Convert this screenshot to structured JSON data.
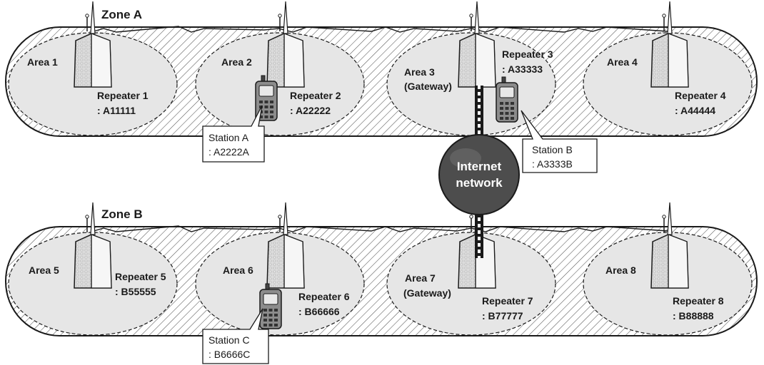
{
  "zones": [
    {
      "label": "Zone A",
      "areas": [
        {
          "label": "Area 1",
          "repeater_name": "Repeater 1",
          "repeater_call": ": A11111"
        },
        {
          "label": "Area 2",
          "repeater_name": "Repeater 2",
          "repeater_call": ": A22222"
        },
        {
          "label": "Area 3",
          "gateway": "(Gateway)",
          "repeater_name": "Repeater 3",
          "repeater_call": ": A33333"
        },
        {
          "label": "Area 4",
          "repeater_name": "Repeater 4",
          "repeater_call": ": A44444"
        }
      ],
      "stations": [
        {
          "name": "Station A",
          "call": ": A2222A"
        },
        {
          "name": "Station B",
          "call": ": A3333B"
        }
      ]
    },
    {
      "label": "Zone B",
      "areas": [
        {
          "label": "Area 5",
          "repeater_name": "Repeater 5",
          "repeater_call": ": B55555"
        },
        {
          "label": "Area 6",
          "repeater_name": "Repeater 6",
          "repeater_call": ": B66666"
        },
        {
          "label": "Area 7",
          "gateway": "(Gateway)",
          "repeater_name": "Repeater 7",
          "repeater_call": ": B77777"
        },
        {
          "label": "Area 8",
          "repeater_name": "Repeater 8",
          "repeater_call": ": B88888"
        }
      ],
      "stations": [
        {
          "name": "Station C",
          "call": ": B6666C"
        }
      ]
    }
  ],
  "network": {
    "line1": "Internet",
    "line2": "network"
  },
  "colors": {
    "area_fill": "#e6e6e6",
    "network_fill": "#4d4d4d",
    "outline": "#1a1a1a"
  }
}
